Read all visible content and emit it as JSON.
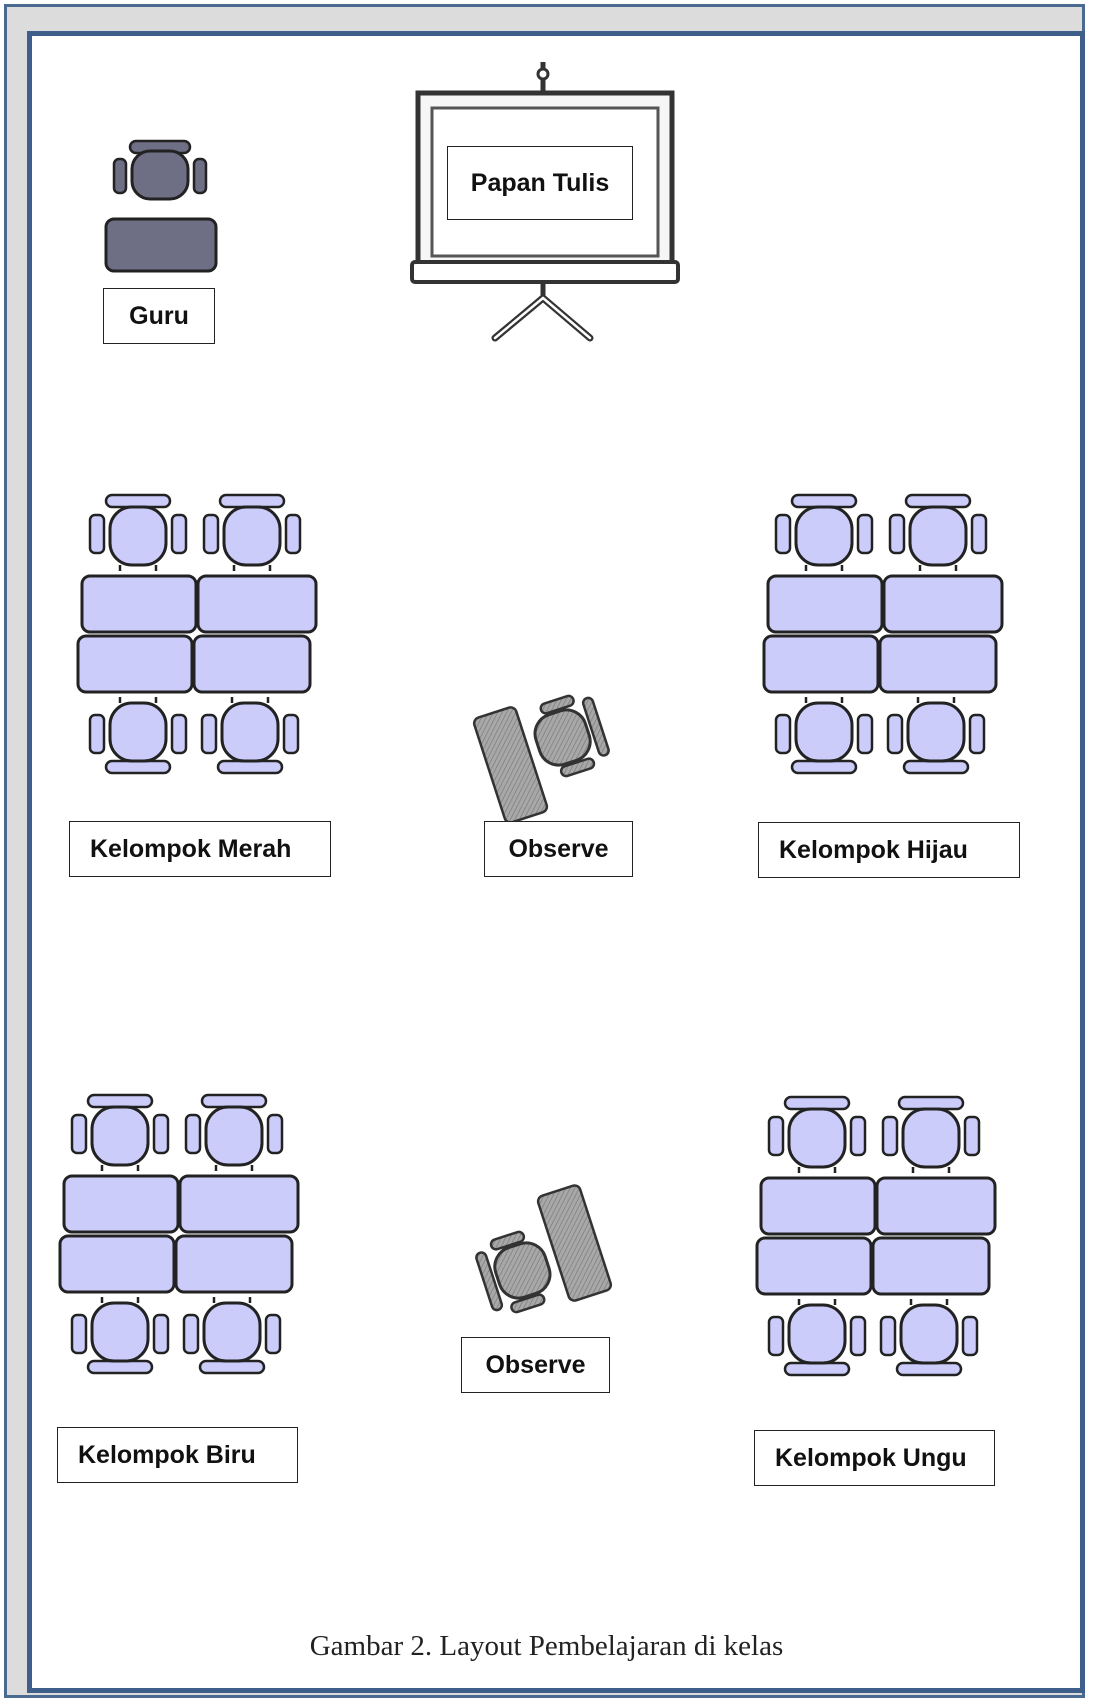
{
  "labels": {
    "teacher": "Guru",
    "board": "Papan Tulis",
    "group_red": "Kelompok Merah",
    "group_green": "Kelompok Hijau",
    "group_blue": "Kelompok Biru",
    "group_purple": "Kelompok Ungu",
    "observer_1": "Observe",
    "observer_2": "Observe"
  },
  "caption": "Gambar 2. Layout Pembelajaran di kelas",
  "colors": {
    "student_furniture": "#ccccfa",
    "teacher_furniture": "#6e6e84",
    "observer_furniture": "#9a9a9a",
    "frame_border": "#3d5f8a"
  }
}
